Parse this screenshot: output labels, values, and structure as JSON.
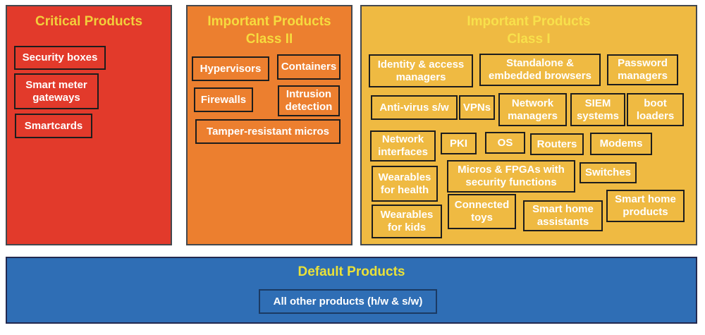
{
  "panels": {
    "critical": {
      "title": "Critical Products",
      "title_color": "#F2CF3B",
      "bg_color": "#E23A2B",
      "items": [
        "Security boxes",
        "Smart meter gateways",
        "Smartcards"
      ]
    },
    "class2": {
      "title": "Important Products",
      "subtitle": "Class II",
      "title_color": "#F6DB3E",
      "bg_color": "#EC7F2F",
      "items": [
        "Hypervisors",
        "Containers",
        "Firewalls",
        "Intrusion detection",
        "Tamper-resistant micros"
      ]
    },
    "class1": {
      "title": "Important Products",
      "subtitle": "Class I",
      "title_color": "#F8E04B",
      "bg_color": "#EFBA42",
      "items": [
        "Identity & access managers",
        "Standalone & embedded browsers",
        "Password managers",
        "Anti-virus s/w",
        "VPNs",
        "Network managers",
        "SIEM systems",
        "boot loaders",
        "Network interfaces",
        "PKI",
        "OS",
        "Routers",
        "Modems",
        "Wearables for health",
        "Micros & FPGAs with security functions",
        "Switches",
        "Wearables for kids",
        "Connected toys",
        "Smart home assistants",
        "Smart home products"
      ]
    },
    "default": {
      "title": "Default Products",
      "title_color": "#E9E139",
      "bg_color": "#2F6EB5",
      "items": [
        "All other products (h/w & s/w)"
      ]
    }
  }
}
